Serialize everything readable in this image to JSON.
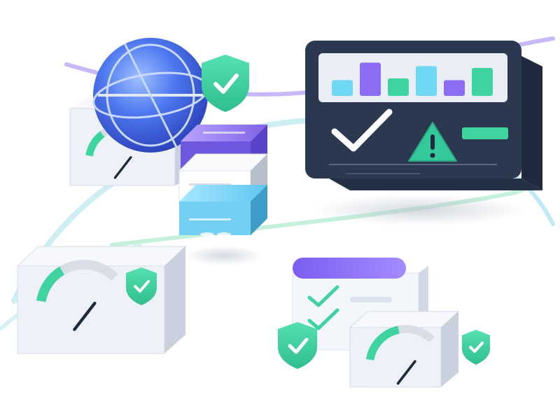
{
  "colors": {
    "background": "#ffffff",
    "accent_green": "#3fd3a0",
    "accent_purple": "#8b6cf2",
    "accent_blue": "#5ec8f4",
    "panel_dark": "#2c3850",
    "panel_darker": "#1f2a3e",
    "shield_green": "#3fd3a0",
    "gauge_track": "#d9dee6",
    "box_face": "#eef2f8",
    "box_side": "#c9d1de",
    "warning_green": "#33c99a"
  },
  "icons": {
    "globe": "globe-icon",
    "shield": "shield-check-icon",
    "check": "check-icon",
    "warning": "warning-triangle-icon",
    "gauge": "gauge-icon"
  },
  "dashboard": {
    "bars": [
      {
        "level": 0.45,
        "color": "#6fd8f5"
      },
      {
        "level": 0.95,
        "color": "#8b6cf2"
      },
      {
        "level": 0.5,
        "color": "#3fd3a0"
      },
      {
        "level": 0.85,
        "color": "#6fd8f5"
      },
      {
        "level": 0.45,
        "color": "#8b6cf2"
      },
      {
        "level": 0.8,
        "color": "#3fd3a0"
      }
    ]
  },
  "gauges": [
    {
      "id": "top-left",
      "fill": 0.35
    },
    {
      "id": "bottom-left",
      "fill": 0.4
    },
    {
      "id": "bottom-right",
      "fill": 0.55
    }
  ]
}
